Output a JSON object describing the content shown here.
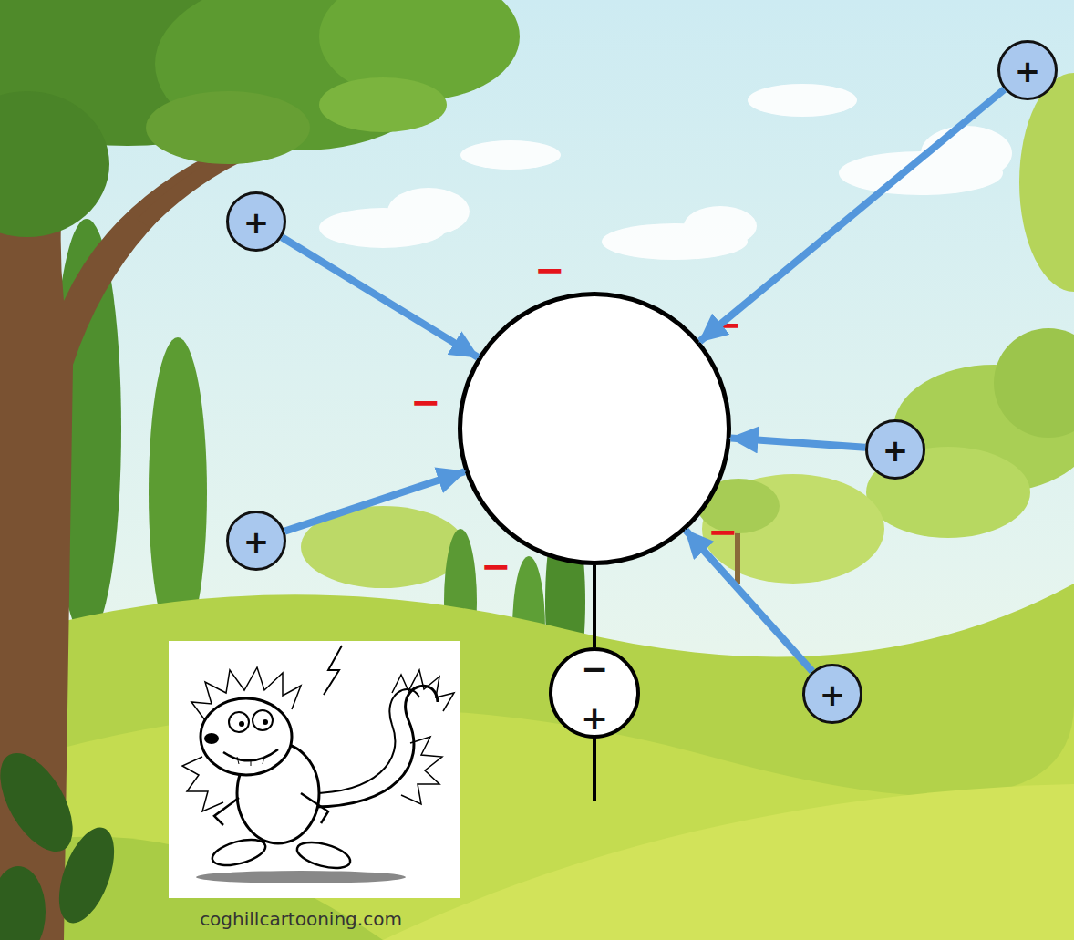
{
  "diagram": {
    "nodes": [
      {
        "text": [
          "+"
        ]
      },
      {
        "text": [
          "+"
        ]
      },
      {
        "text": [
          "−",
          "−",
          "−",
          "−",
          "−"
        ]
      },
      {
        "text": [
          "+"
        ]
      },
      {
        "text": [
          "+"
        ]
      },
      {
        "text": [
          "−",
          "+"
        ]
      },
      {
        "text": [
          "+"
        ]
      }
    ],
    "edges": [
      {
        "from": 0,
        "to": 2,
        "arrow": "to"
      },
      {
        "from": 1,
        "to": 2,
        "arrow": "to"
      },
      {
        "from": 3,
        "to": 2,
        "arrow": "to"
      },
      {
        "from": 4,
        "to": 2,
        "arrow": "to"
      },
      {
        "from": 6,
        "to": 2,
        "arrow": "to"
      },
      {
        "from": 2,
        "to": 5,
        "arrow": "none"
      }
    ],
    "labels": [
      "coghillcartooning.com"
    ]
  }
}
